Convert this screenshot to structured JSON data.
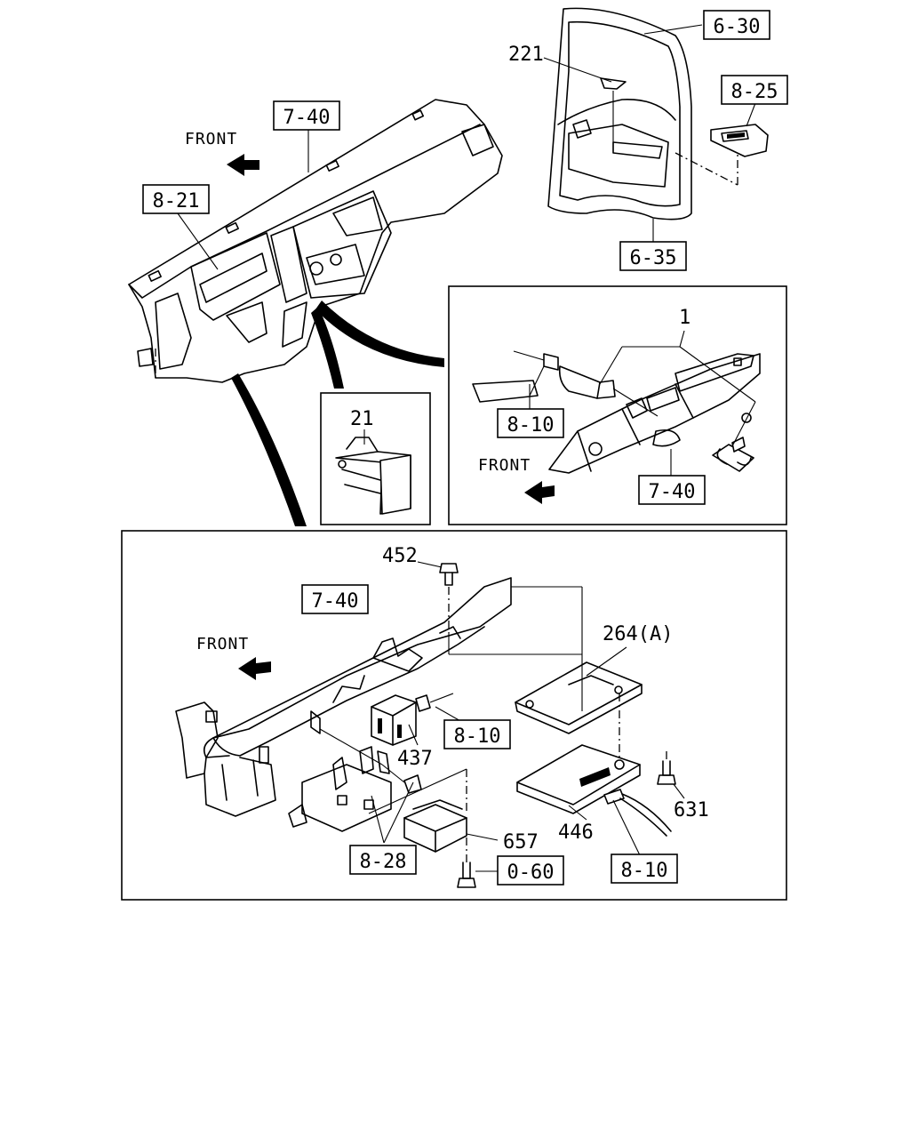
{
  "labels": {
    "ref_6_30": "6-30",
    "ref_8_25": "8-25",
    "ref_6_35": "6-35",
    "part_221": "221",
    "ref_7_40_top": "7-40",
    "ref_8_21": "8-21",
    "front_top": "FRONT",
    "part_1": "1",
    "ref_8_10_inset": "8-10",
    "front_inset": "FRONT",
    "ref_7_40_inset": "7-40",
    "part_21": "21",
    "part_452": "452",
    "ref_7_40_bottom": "7-40",
    "front_bottom": "FRONT",
    "part_264a": "264(A)",
    "ref_8_10_mid": "8-10",
    "part_437": "437",
    "part_631": "631",
    "part_446": "446",
    "part_657": "657",
    "ref_8_28": "8-28",
    "ref_0_60": "0-60",
    "ref_8_10_bottom": "8-10"
  }
}
